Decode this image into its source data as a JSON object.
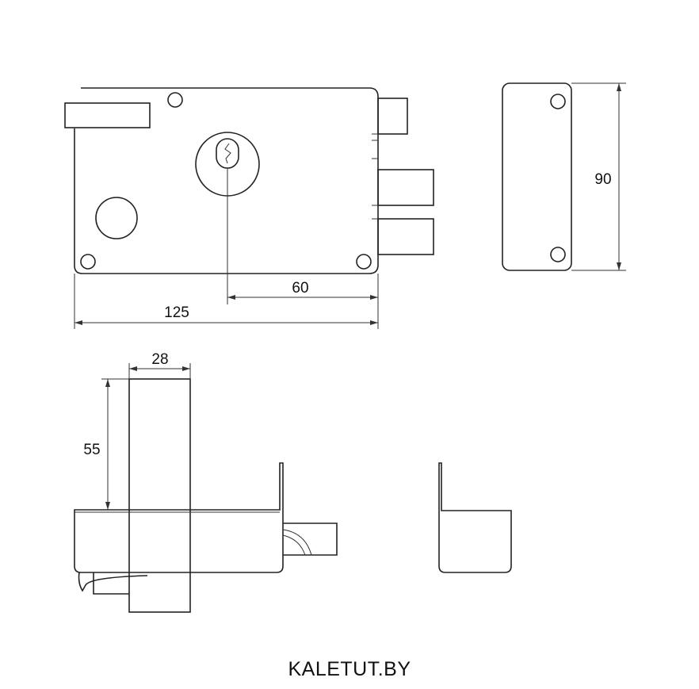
{
  "dimensions": {
    "width_125": "125",
    "offset_60": "60",
    "height_90": "90",
    "width_28": "28",
    "height_55": "55"
  },
  "brand": "KALETUT.BY"
}
